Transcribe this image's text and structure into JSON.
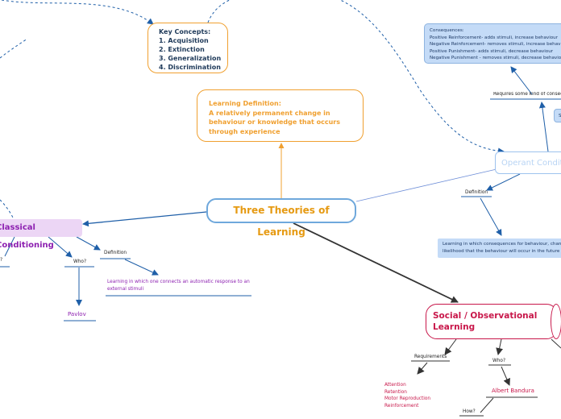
{
  "central": {
    "title": "Three Theories of Learning"
  },
  "key_concepts": {
    "heading": "Key Concepts:",
    "items": [
      "1. Acquisition",
      "2. Extinction",
      "3. Generalization",
      "4. Discrimination"
    ]
  },
  "learning_definition": {
    "lines": [
      "Learning Definition:",
      "A relatively permanent change in",
      "behaviour or knowledge that occurs",
      "through experience"
    ]
  },
  "classical": {
    "title": "Classical Conditioning",
    "who_label": "Who?",
    "who_answer": "Pavlov",
    "definition_label": "Definition",
    "definition_lines": [
      "Learning in which one connects an automatic response to an",
      "external stimuli"
    ],
    "left_stub_label": "?"
  },
  "operant": {
    "title": "Operant Conditioning",
    "consequences_lines": [
      "Consequences:",
      "Positive Reinforcement- adds stimuli, increase behaviour",
      "Negative Reinforcement- removes stimuli, increase behaviour",
      "Positive Punishment- adds stimuli, decrease behaviour",
      "Negative Punishment - removes stimuli, decrease behaviour"
    ],
    "requires_label": "Requires some kind of consequence",
    "small_box_label": "S",
    "definition_label": "Definition",
    "definition_lines": [
      "Learning in which consequences for behaviour, change the",
      "likelihood that the behaviour will occur in the future"
    ]
  },
  "social": {
    "title_lines": [
      "Social / Observational",
      "Learning"
    ],
    "requirements_label": "Requirements",
    "requirements_items": [
      "Attention",
      "Retention",
      "Motor Reproduction",
      "Reinforcement"
    ],
    "who_label": "Who?",
    "who_answer": "Albert Bandura",
    "how_label": "How?"
  },
  "colors": {
    "central_border": "#6fa8dc",
    "central_text": "#e69a12",
    "orange": "#f0a030",
    "classical_bg": "#ecd6f5",
    "classical_text": "#8c1fb0",
    "operant_blue": "#c4dbf7",
    "social_red": "#c8174a",
    "link_blue": "#1f5fa8"
  }
}
